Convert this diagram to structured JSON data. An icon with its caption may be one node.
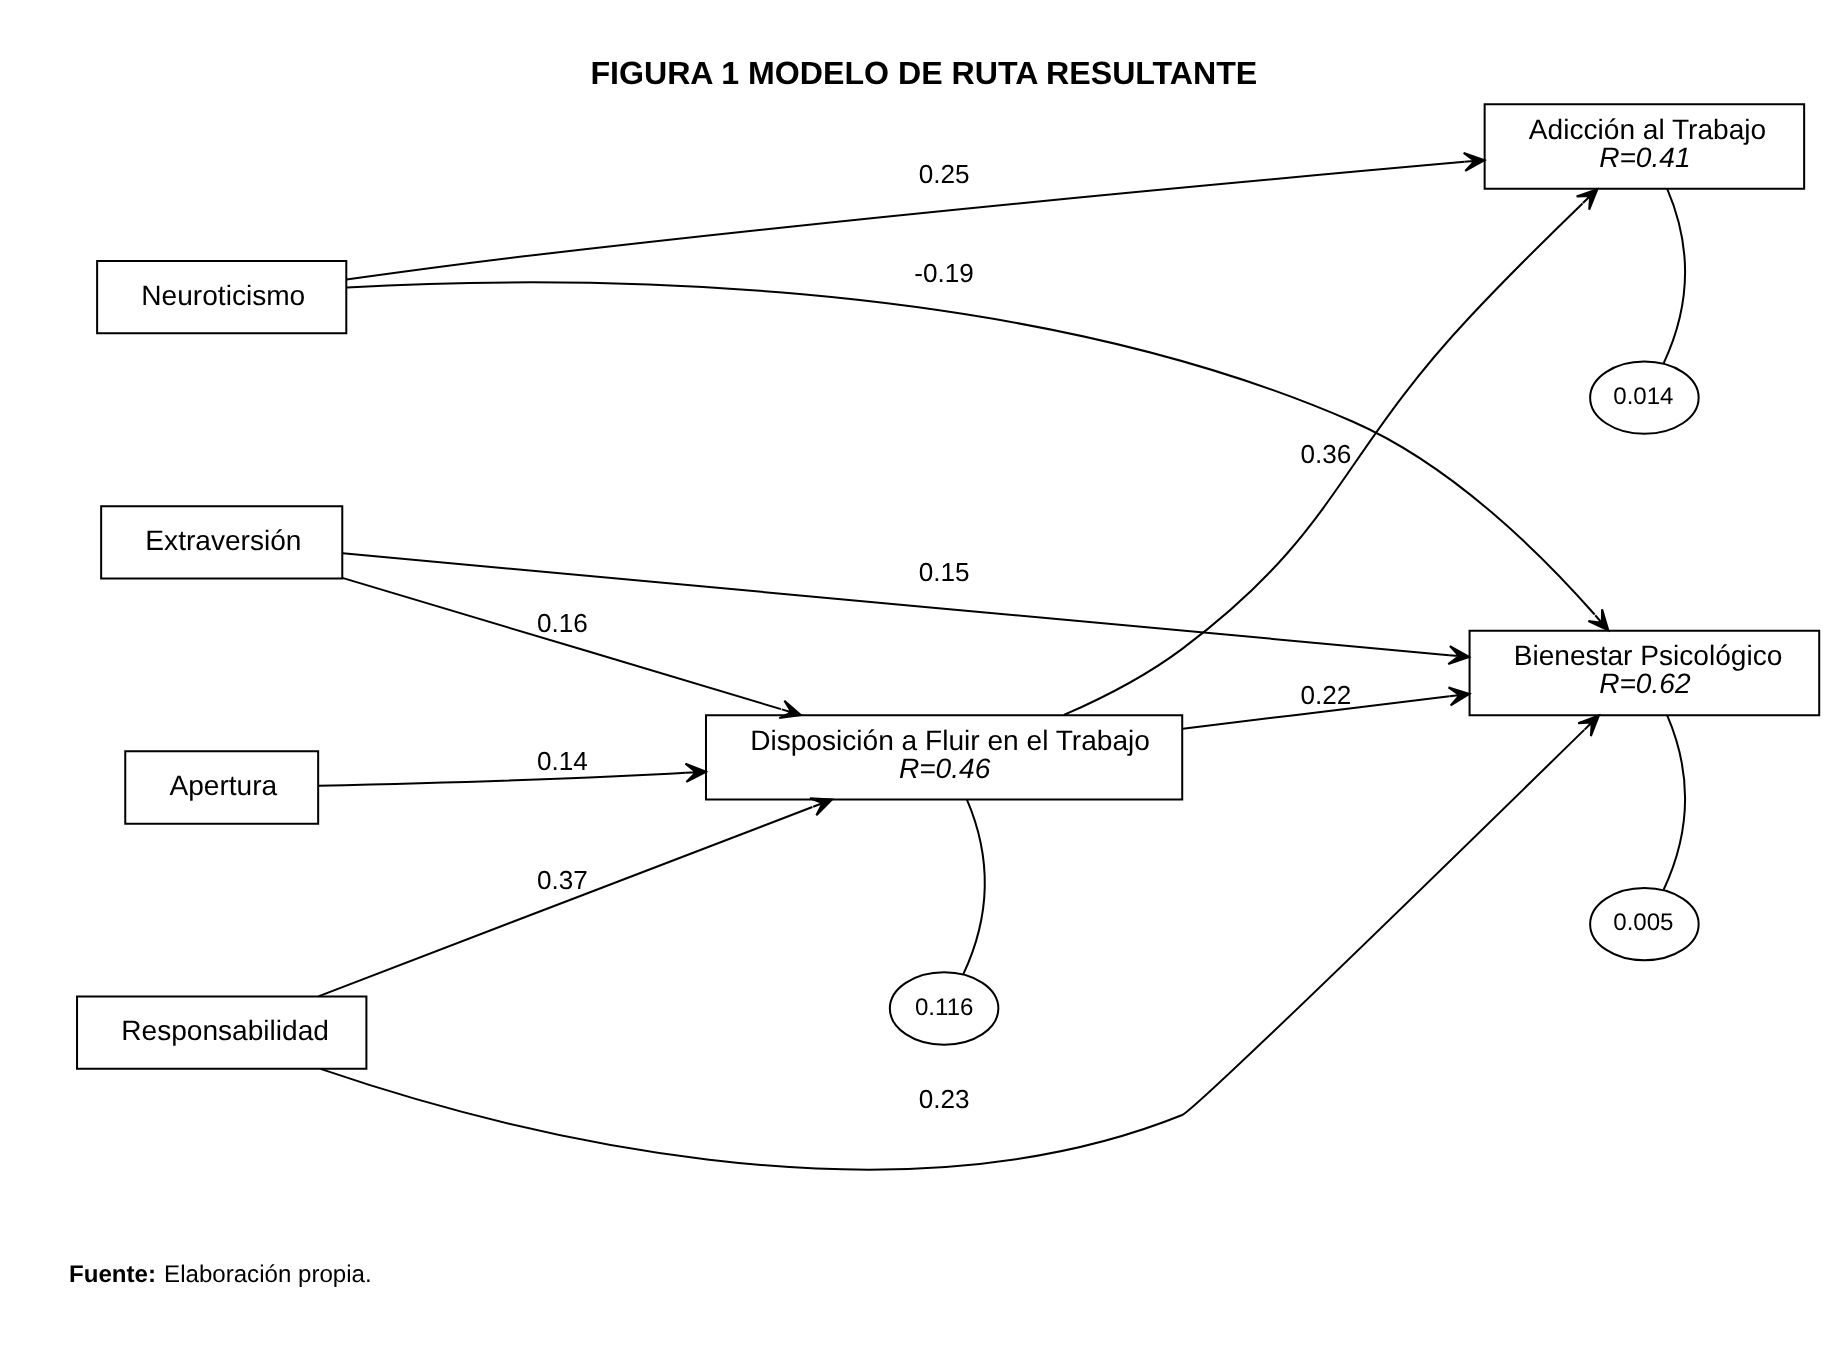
{
  "diagram": {
    "title": "FIGURA 1 MODELO DE RUTA RESULTANTE",
    "caption": "**Fuente:** Elaboración propia.",
    "nodes": [
      {
        "text": [
          "Neuroticismo"
        ]
      },
      {
        "text": [
          "Extraversión"
        ]
      },
      {
        "text": [
          "Apertura"
        ]
      },
      {
        "text": [
          "Responsabilidad"
        ]
      },
      {
        "text": [
          "Bienestar Psicológico",
          "R=0.62"
        ]
      },
      {
        "text": [
          "Disposición a Fluir en el Trabajo",
          "R=0.46"
        ]
      },
      {
        "text": [
          "Adicción al Trabajo",
          "R=0.41"
        ]
      },
      {
        "text": [
          "0.005"
        ]
      },
      {
        "text": [
          "0.116"
        ]
      },
      {
        "text": [
          "0.014"
        ]
      }
    ],
    "edges": [
      {
        "from": 0,
        "to": 4,
        "arrow": "to",
        "label": "-0.19"
      },
      {
        "from": 0,
        "to": 6,
        "arrow": "to",
        "label": "0.25"
      },
      {
        "from": 1,
        "to": 4,
        "arrow": "to",
        "label": "0.15"
      },
      {
        "from": 1,
        "to": 5,
        "arrow": "to",
        "label": "0.16"
      },
      {
        "from": 2,
        "to": 5,
        "arrow": "to",
        "label": "0.14"
      },
      {
        "from": 3,
        "to": 4,
        "arrow": "to",
        "label": "0.23"
      },
      {
        "from": 3,
        "to": 5,
        "arrow": "to",
        "label": "0.37"
      },
      {
        "from": 5,
        "to": 4,
        "arrow": "to",
        "label": "0.22"
      },
      {
        "from": 5,
        "to": 6,
        "arrow": "to",
        "label": "0.36"
      },
      {
        "from": 4,
        "to": 7,
        "arrow": "none"
      },
      {
        "from": 5,
        "to": 8,
        "arrow": "none"
      },
      {
        "from": 6,
        "to": 9,
        "arrow": "none"
      }
    ]
  }
}
